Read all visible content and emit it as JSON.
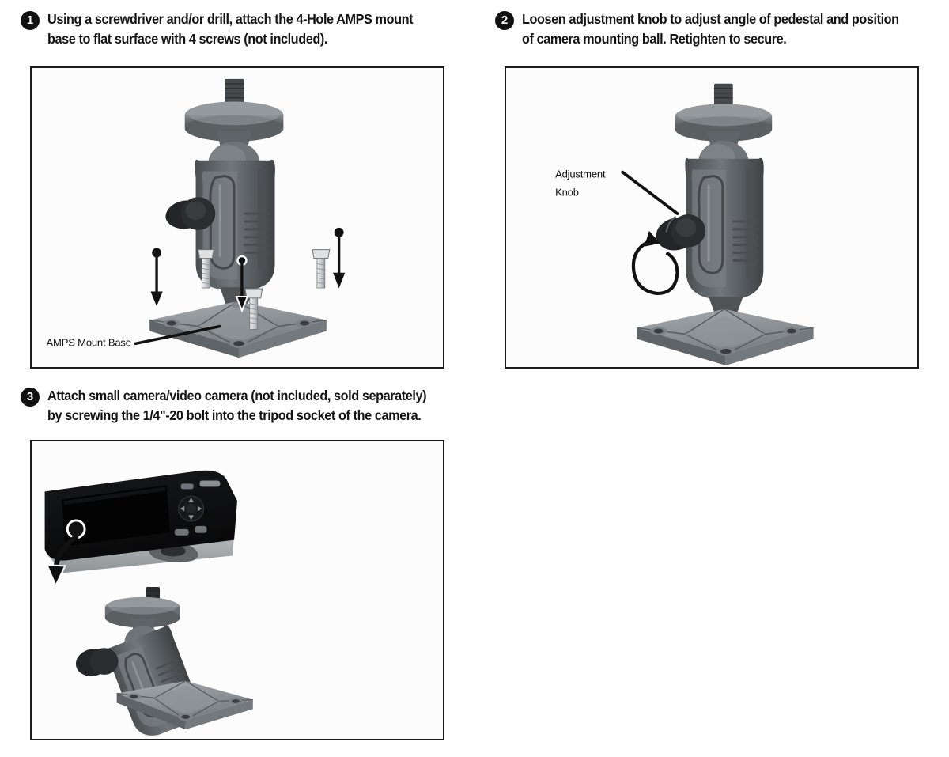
{
  "document": {
    "type": "installation-instructions",
    "page_background": "#ffffff",
    "panel_border_color": "#1b1b1b",
    "panel_fill_color": "#fcfcfc",
    "ink_color": "#111111"
  },
  "steps": [
    {
      "number": "1",
      "text": "Using a screwdriver and/or drill, attach the 4-Hole AMPS mount base to flat surface with 4 screws (not included).",
      "illustration": {
        "name": "amps-mount-base-screws-illustration",
        "callouts": [
          {
            "label": "AMPS Mount Base"
          }
        ],
        "arrow_count": 3,
        "screw_count": 3
      }
    },
    {
      "number": "2",
      "text": "Loosen adjustment knob to adjust angle of pedestal and position of camera mounting ball. Retighten to secure.",
      "illustration": {
        "name": "adjustment-knob-illustration",
        "callouts": [
          {
            "label_line_1": "Adjustment",
            "label_line_2": "Knob"
          }
        ],
        "rotation_arrow": true
      }
    },
    {
      "number": "3",
      "text": "Attach small camera/video camera (not included, sold separately) by screwing the 1/4\"-20 bolt into the tripod socket of the camera.",
      "illustration": {
        "name": "camera-attachment-illustration",
        "callouts": [],
        "curved_arrow": true
      }
    }
  ],
  "colors": {
    "mount_dark": "#3f4245",
    "mount_mid": "#6b7074",
    "mount_light": "#9aa0a4",
    "mount_highlight": "#b9bfc3",
    "knob_black": "#232528",
    "screw_light": "#d8dadb",
    "camera_body": "#0d0d0e",
    "camera_silver": "#b4b7ba"
  }
}
